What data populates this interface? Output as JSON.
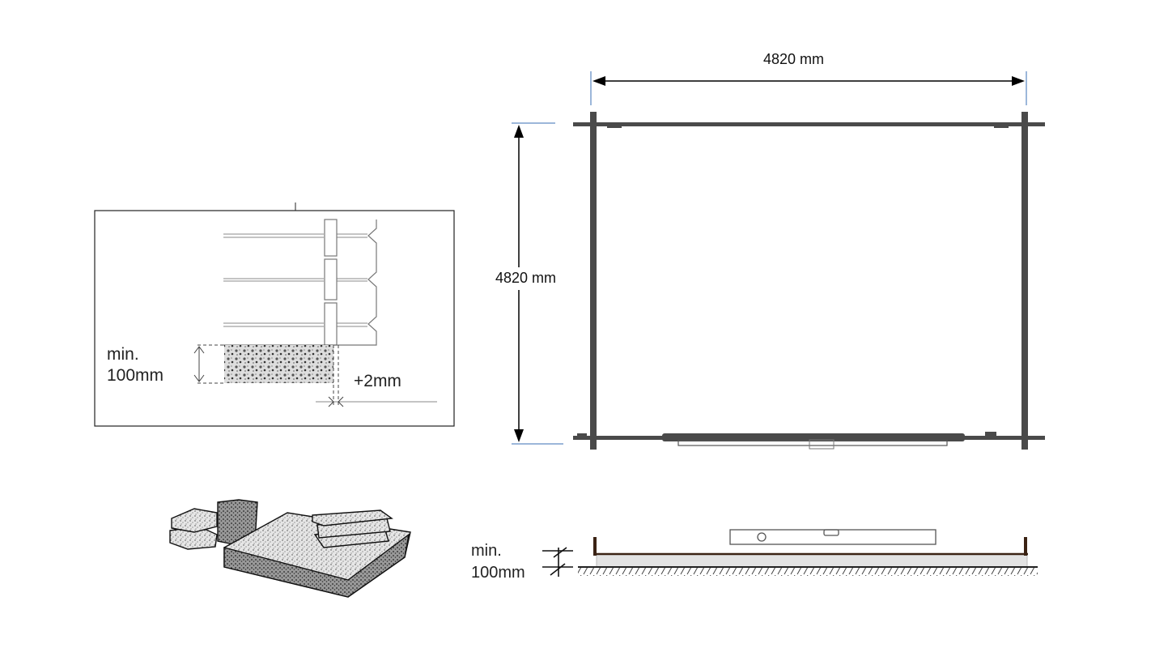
{
  "plan": {
    "width_label": "4820 mm",
    "depth_label": "4820 mm",
    "wall_color": "#4a4a4a",
    "dimension_line_color": "#3a6fb5"
  },
  "detail": {
    "min_label_line1": "min.",
    "min_label_line2": "100mm",
    "offset_label": "+2mm"
  },
  "level": {
    "min_label_line1": "min.",
    "min_label_line2": "100mm",
    "beam_color": "#3b2314"
  },
  "materials": {
    "description": "foundation slabs and bricks"
  }
}
